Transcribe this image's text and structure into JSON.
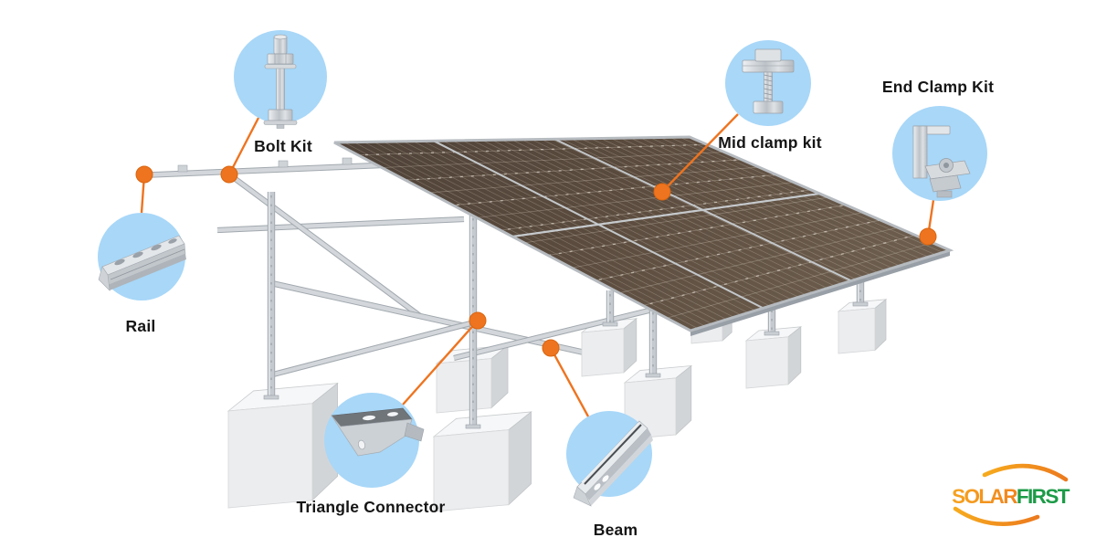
{
  "page": {
    "background": "#ffffff"
  },
  "callouts": [
    {
      "id": "bolt-kit",
      "label": "Bolt Kit"
    },
    {
      "id": "mid-clamp-kit",
      "label": "Mid clamp kit"
    },
    {
      "id": "end-clamp-kit",
      "label": "End Clamp Kit"
    },
    {
      "id": "rail",
      "label": "Rail"
    },
    {
      "id": "triangle-connector",
      "label": "Triangle Connector"
    },
    {
      "id": "beam",
      "label": "Beam"
    }
  ],
  "logo": {
    "word_part1": "SOLAR",
    "word_part2": "FIRST",
    "part1_color_start": "#f6a31e",
    "part1_color_end": "#ec6d1e",
    "part2_color": "#1c9b47",
    "arc_color": "#f08a1e"
  },
  "colors": {
    "accent_orange": "#ee7420",
    "accent_orange_dark": "#d9650e",
    "callout_circle_blue": "#a8d7f8",
    "panel_dark": "#564739",
    "panel_cell_line": "#d8cdbd",
    "structure_silver": "#d3d7db",
    "structure_edge": "#a2a9af",
    "concrete_front": "#ecedef",
    "concrete_side": "#d2d5d8",
    "concrete_top": "#f6f7f8",
    "label_text": "#151515"
  },
  "icons": [
    {
      "name": "bolt-kit-icon"
    },
    {
      "name": "mid-clamp-kit-icon"
    },
    {
      "name": "end-clamp-kit-icon"
    },
    {
      "name": "rail-icon"
    },
    {
      "name": "triangle-connector-icon"
    },
    {
      "name": "beam-icon"
    }
  ]
}
